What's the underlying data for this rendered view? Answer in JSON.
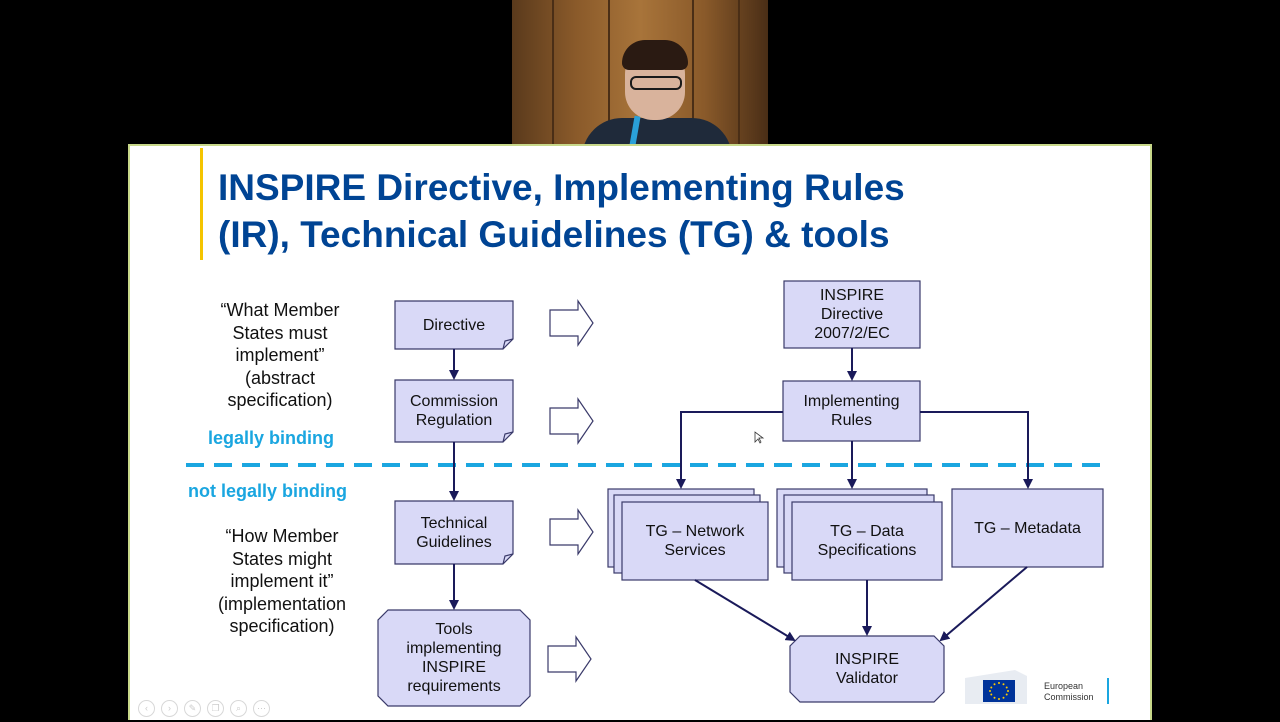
{
  "slide": {
    "title": "INSPIRE Directive, Implementing Rules\n(IR), Technical Guidelines (TG) & tools",
    "left_top_text": "“What Member\nStates must\nimplement”\n(abstract\nspecification)",
    "legally_binding": "legally binding",
    "not_legally_binding": "not legally binding",
    "left_bottom_text": "“How Member\nStates might\nimplement it”\n(implementation\nspecification)",
    "left_boxes": {
      "directive": "Directive",
      "commission_regulation": "Commission\nRegulation",
      "technical_guidelines": "Technical\nGuidelines",
      "tools": "Tools\nimplementing\nINSPIRE\nrequirements"
    },
    "right_boxes": {
      "inspire_directive": "INSPIRE\nDirective\n2007/2/EC",
      "implementing_rules": "Implementing\nRules",
      "tg_network": "TG – Network\nServices",
      "tg_data": "TG – Data\nSpecifications",
      "tg_metadata": "TG – Metadata",
      "validator": "INSPIRE\nValidator"
    },
    "logo_text": "European\nCommission"
  },
  "colors": {
    "title": "#004494",
    "box_fill": "#d9d9f7",
    "box_border": "#3a3a6a",
    "arrow": "#1a1a5a",
    "binding_text": "#1aa6e0",
    "dashed_line": "#1aa6e0",
    "accent_bar": "#f4c400"
  },
  "icons": [
    "eu-flag-icon",
    "arrow-outline-icon",
    "previous-icon",
    "next-icon",
    "pen-icon",
    "copy-icon",
    "zoom-icon",
    "more-icon"
  ]
}
